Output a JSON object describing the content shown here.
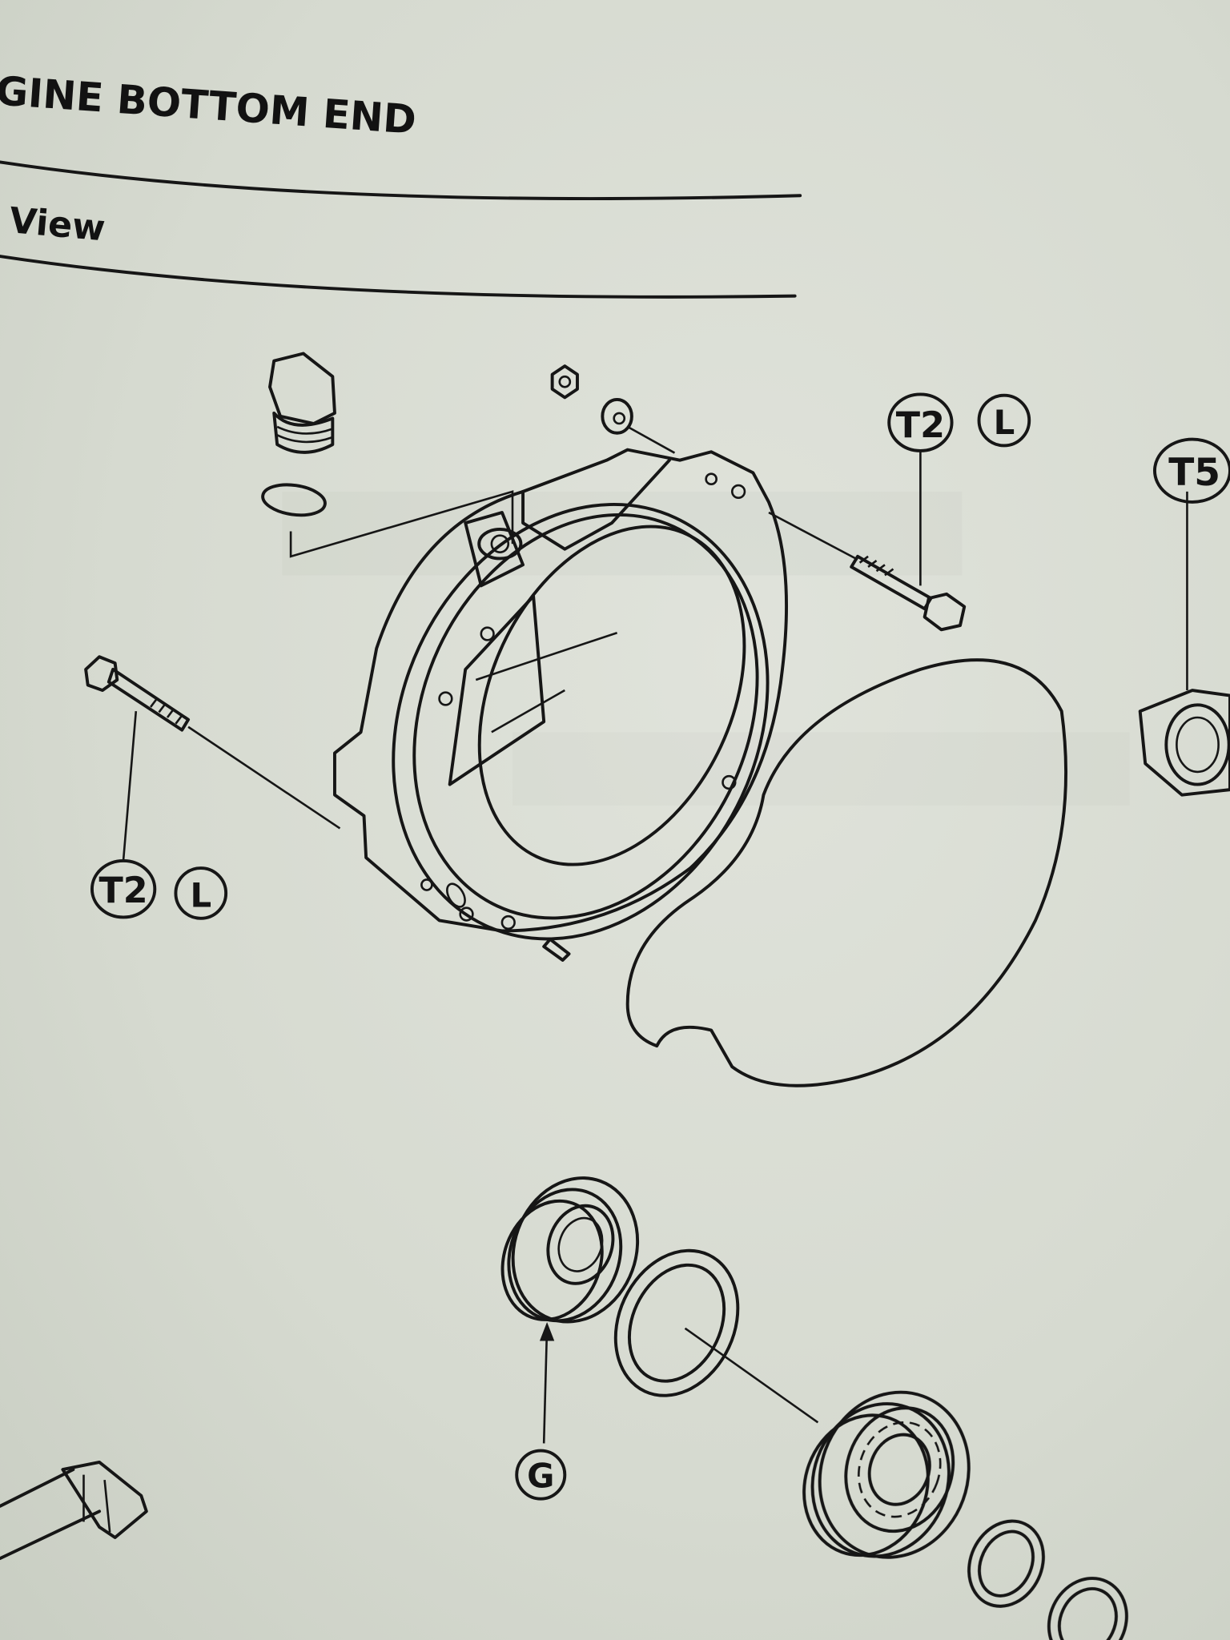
{
  "header": {
    "section_title": "GINE BOTTOM END",
    "subsection": "View"
  },
  "callouts": {
    "torque_t2": "T2",
    "torque_t5": "T5",
    "locking_agent": "L",
    "grease": "G"
  },
  "colors": {
    "paper": "#d8dcd2",
    "ink": "#161616"
  }
}
